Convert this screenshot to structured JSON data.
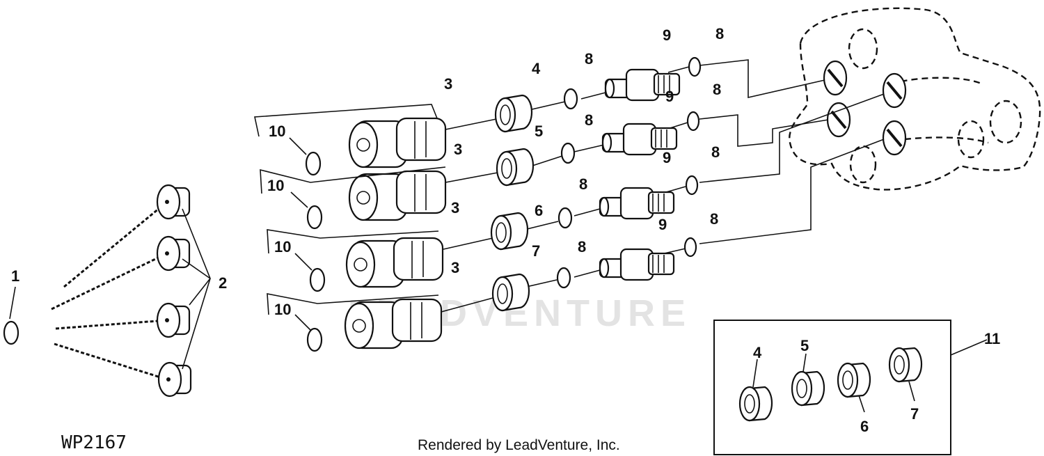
{
  "diagram": {
    "figure_code": "WP2167",
    "credit": "Rendered by LeadVenture, Inc.",
    "watermark": "LEADVENTURE",
    "callouts": {
      "c1": "1",
      "c2": "2",
      "c3a": "3",
      "c3b": "3",
      "c3c": "3",
      "c3d": "3",
      "c4": "4",
      "c5": "5",
      "c6": "6",
      "c7": "7",
      "c8a": "8",
      "c8b": "8",
      "c8c": "8",
      "c8d": "8",
      "c8e": "8",
      "c8f": "8",
      "c8g": "8",
      "c8h": "8",
      "c9a": "9",
      "c9b": "9",
      "c9c": "9",
      "c9d": "9",
      "c10a": "10",
      "c10b": "10",
      "c10c": "10",
      "c10d": "10",
      "c11": "11",
      "k4": "4",
      "k5": "5",
      "k6": "6",
      "k7": "7"
    }
  }
}
